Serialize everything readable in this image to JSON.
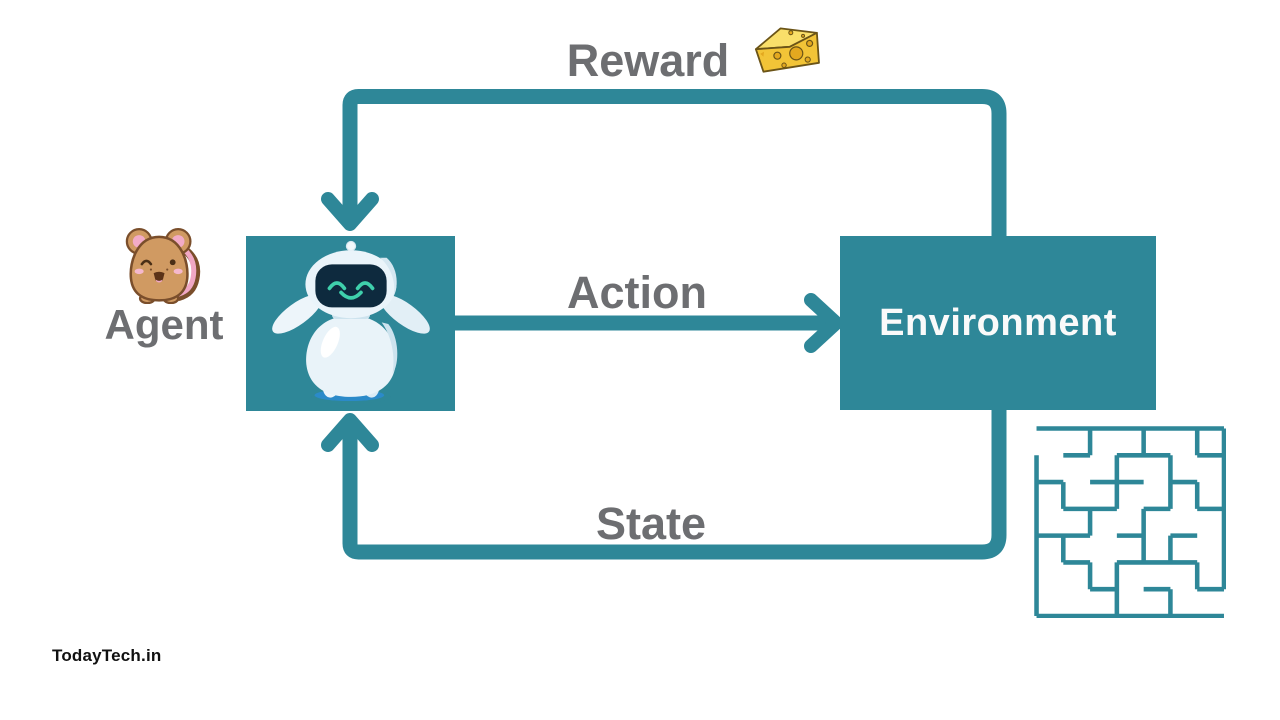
{
  "diagram": {
    "type": "reinforcement-learning-loop",
    "nodes": {
      "agent": {
        "label": "Agent"
      },
      "environment": {
        "label": "Environment"
      }
    },
    "edges": {
      "reward": {
        "label": "Reward",
        "from": "environment",
        "to": "agent"
      },
      "action": {
        "label": "Action",
        "from": "agent",
        "to": "environment"
      },
      "state": {
        "label": "State",
        "from": "environment",
        "to": "agent"
      }
    },
    "icons": {
      "mouse": "mouse-icon",
      "cheese": "cheese-icon",
      "robot": "robot-icon",
      "maze": "maze-icon"
    },
    "watermark": "TodayTech.in"
  },
  "colors": {
    "teal": "#2E8798",
    "label_gray": "#6D6E71",
    "box_text": "#FAFAFA",
    "watermark_color": "#111111",
    "robot_shadow_blue": "#2B8AC9",
    "robot_visor_navy": "#0E2A3E",
    "robot_face_mint": "#3FD0AC",
    "cheese_yellow": "#F2C437",
    "mouse_brown": "#D09A62",
    "mouse_pink": "#F2ABC6"
  }
}
